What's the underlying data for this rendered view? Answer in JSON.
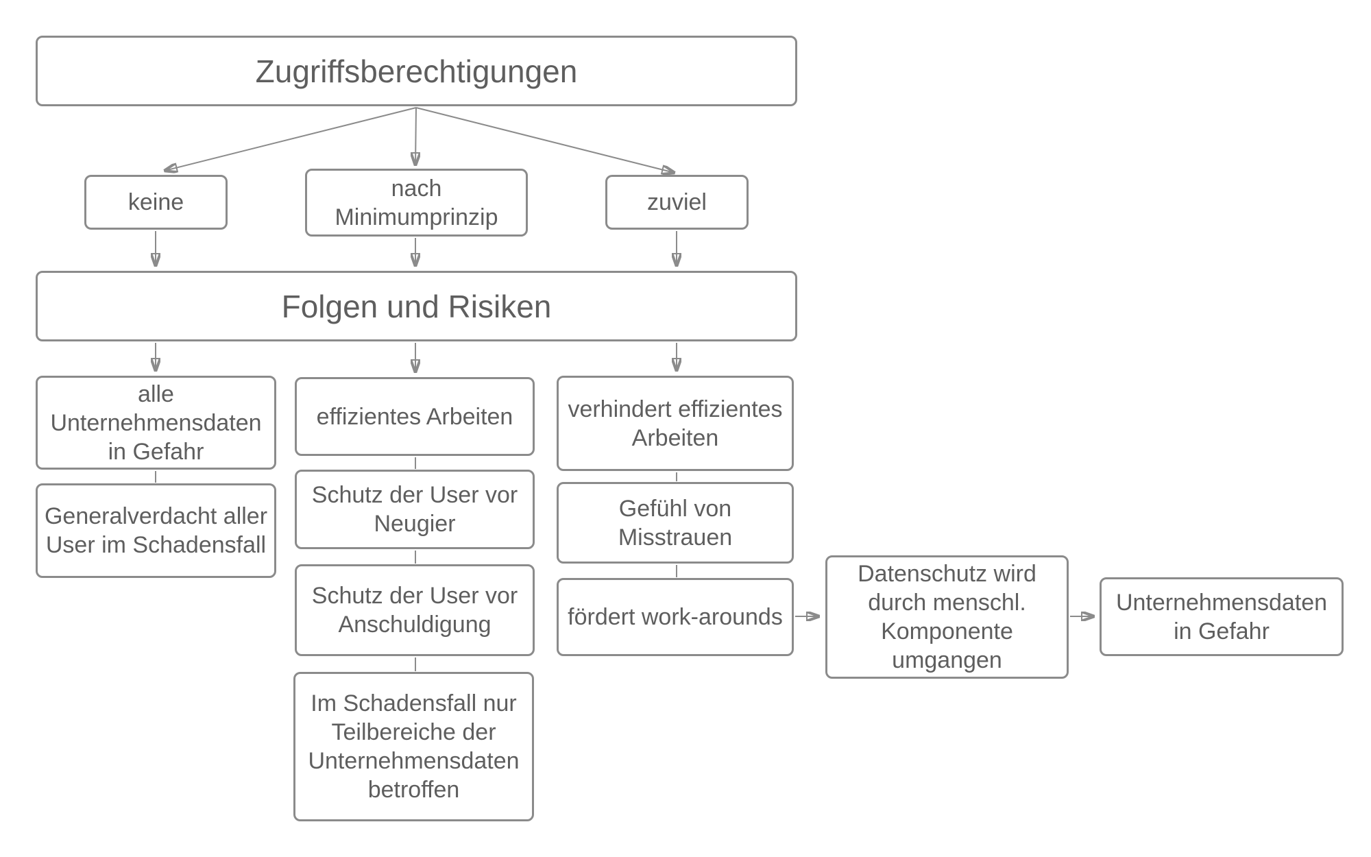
{
  "colors": {
    "node_border": "#8b8b8b",
    "edge": "#8b8b8b",
    "node_text": "#5e5e5e",
    "background": "#ffffff"
  },
  "nodes": {
    "zugriffsberechtigungen": {
      "label": "Zugriffsberechtigungen"
    },
    "keine": {
      "label": "keine"
    },
    "nach_minimumprinzip": {
      "label": "nach\nMinimumprinzip"
    },
    "zuviel": {
      "label": "zuviel"
    },
    "folgen_und_risiken": {
      "label": "Folgen und Risiken"
    },
    "alle_unternehmensdaten_in_gefahr": {
      "label": "alle\nUnternehmensdaten\nin Gefahr"
    },
    "generalverdacht_aller_user": {
      "label": "Generalverdacht aller\nUser im Schadensfall"
    },
    "effizientes_arbeiten": {
      "label": "effizientes Arbeiten"
    },
    "schutz_der_user_vor_neugier": {
      "label": "Schutz der User vor\nNeugier"
    },
    "schutz_der_user_vor_anschuldigung": {
      "label": "Schutz der User vor\nAnschuldigung"
    },
    "im_schadensfall_nur_teilbereiche": {
      "label": "Im Schadensfall nur\nTeilbereiche der\nUnternehmensdaten\nbetroffen"
    },
    "verhindert_effizientes_arbeiten": {
      "label": "verhindert effizientes\nArbeiten"
    },
    "gefuehl_von_misstrauen": {
      "label": "Gefühl von\nMisstrauen"
    },
    "foerdert_work_arounds": {
      "label": "fördert work-arounds"
    },
    "datenschutz_wird_umgangen": {
      "label": "Datenschutz wird\ndurch menschl.\nKomponente\numgangen"
    },
    "unternehmensdaten_in_gefahr": {
      "label": "Unternehmensdaten\nin Gefahr"
    }
  },
  "edges": [
    {
      "from": "zugriffsberechtigungen",
      "to": "keine",
      "arrowhead": true
    },
    {
      "from": "zugriffsberechtigungen",
      "to": "nach_minimumprinzip",
      "arrowhead": true
    },
    {
      "from": "zugriffsberechtigungen",
      "to": "zuviel",
      "arrowhead": true
    },
    {
      "from": "keine",
      "to": "folgen_und_risiken",
      "arrowhead": true
    },
    {
      "from": "nach_minimumprinzip",
      "to": "folgen_und_risiken",
      "arrowhead": true
    },
    {
      "from": "zuviel",
      "to": "folgen_und_risiken",
      "arrowhead": true
    },
    {
      "from": "folgen_und_risiken",
      "to": "alle_unternehmensdaten_in_gefahr",
      "arrowhead": true
    },
    {
      "from": "folgen_und_risiken",
      "to": "effizientes_arbeiten",
      "arrowhead": true
    },
    {
      "from": "folgen_und_risiken",
      "to": "verhindert_effizientes_arbeiten",
      "arrowhead": true
    },
    {
      "from": "alle_unternehmensdaten_in_gefahr",
      "to": "generalverdacht_aller_user",
      "arrowhead": false
    },
    {
      "from": "effizientes_arbeiten",
      "to": "schutz_der_user_vor_neugier",
      "arrowhead": false
    },
    {
      "from": "schutz_der_user_vor_neugier",
      "to": "schutz_der_user_vor_anschuldigung",
      "arrowhead": false
    },
    {
      "from": "schutz_der_user_vor_anschuldigung",
      "to": "im_schadensfall_nur_teilbereiche",
      "arrowhead": false
    },
    {
      "from": "verhindert_effizientes_arbeiten",
      "to": "gefuehl_von_misstrauen",
      "arrowhead": false
    },
    {
      "from": "gefuehl_von_misstrauen",
      "to": "foerdert_work_arounds",
      "arrowhead": false
    },
    {
      "from": "foerdert_work_arounds",
      "to": "datenschutz_wird_umgangen",
      "arrowhead": true
    },
    {
      "from": "datenschutz_wird_umgangen",
      "to": "unternehmensdaten_in_gefahr",
      "arrowhead": true
    }
  ]
}
